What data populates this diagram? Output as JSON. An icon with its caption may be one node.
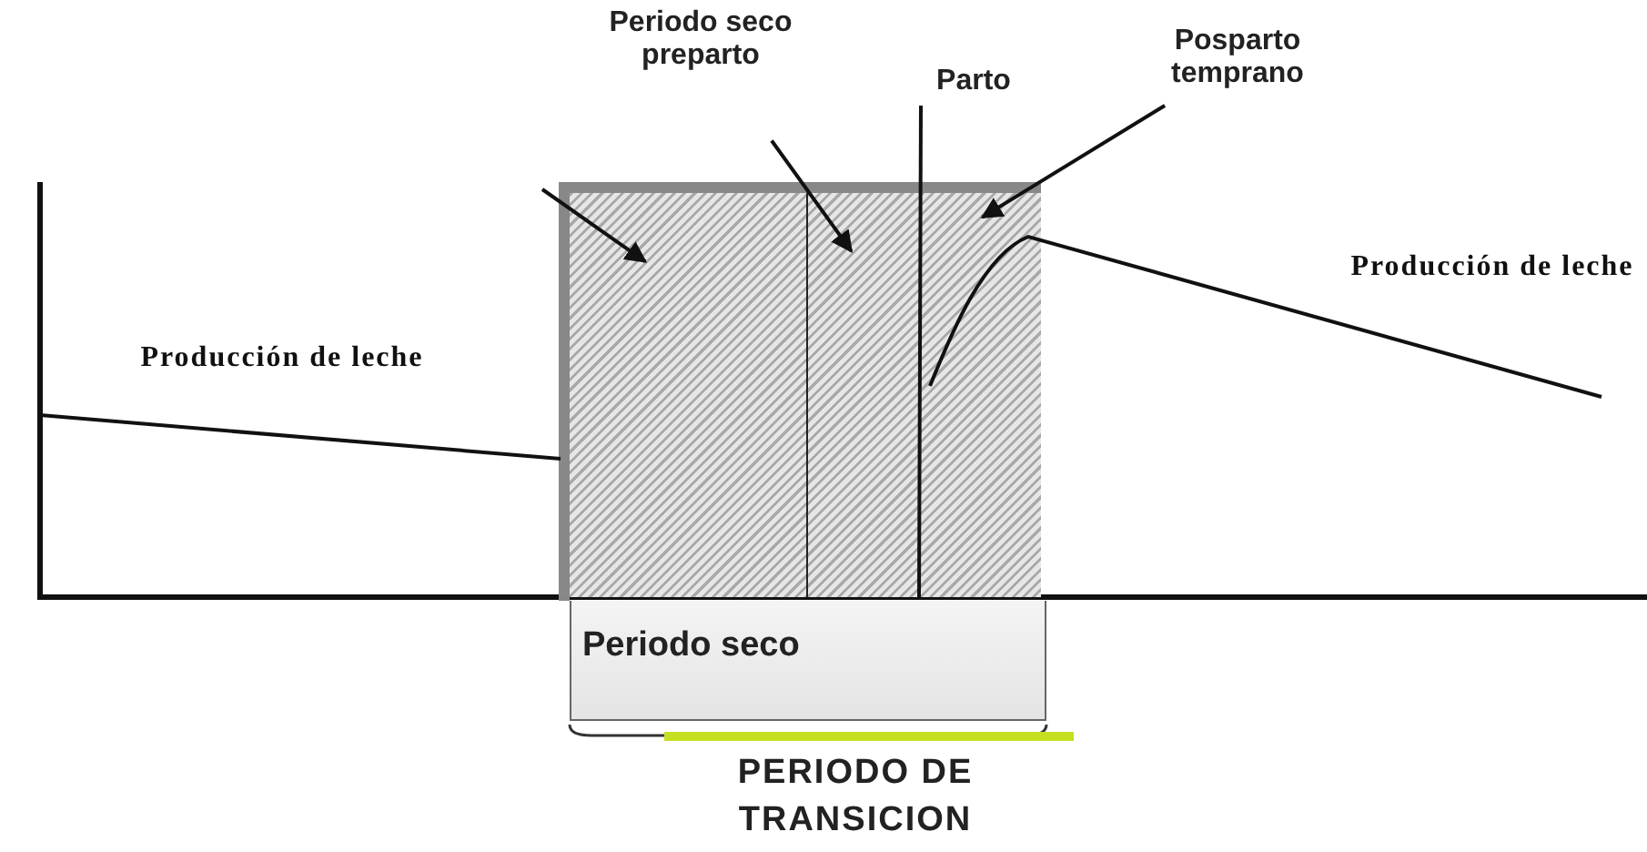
{
  "diagram": {
    "nodes": [
      {
        "text": [
          "Periodo seco preparto"
        ]
      },
      {
        "text": [
          "Parto"
        ]
      },
      {
        "text": [
          "Posparto temprano"
        ]
      },
      {
        "text": [],
        "shape": "box"
      },
      {
        "text": [],
        "shape": "box"
      },
      {
        "text": [],
        "shape": "box"
      },
      {
        "text": [
          "Periodo seco"
        ]
      }
    ],
    "edges": [
      {
        "from": null,
        "to": 3,
        "arrow": "to"
      },
      {
        "from": 0,
        "to": 4,
        "arrow": "to"
      },
      {
        "from": 1,
        "to": 4,
        "arrow": "none"
      },
      {
        "from": 2,
        "to": 5,
        "arrow": "to"
      }
    ],
    "labels": [
      "Producción de leche",
      "Producción de leche",
      "PERIODO DE TRANSICION"
    ]
  }
}
